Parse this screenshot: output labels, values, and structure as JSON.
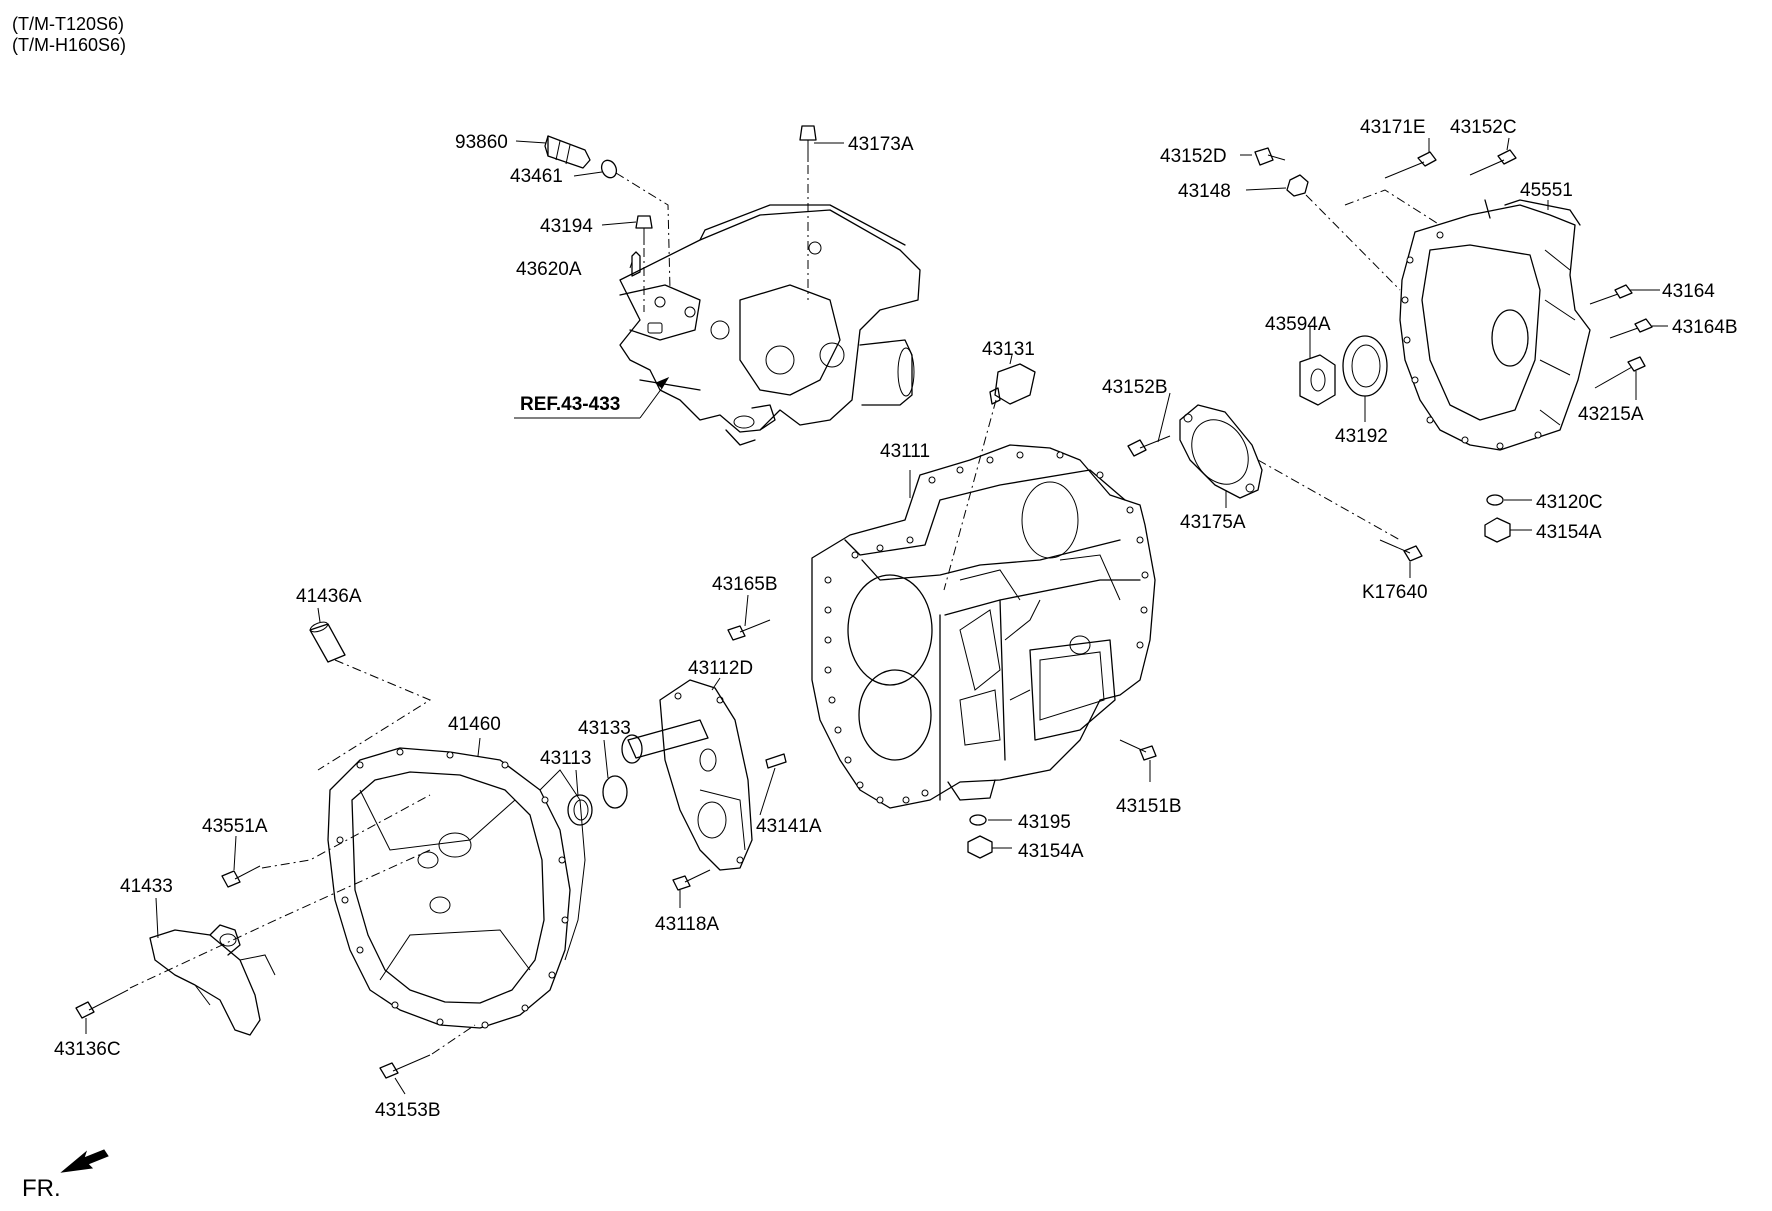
{
  "header": {
    "line1": "(T/M-T120S6)",
    "line2": "(T/M-H160S6)"
  },
  "reference": "REF.43-433",
  "front_marker": "FR.",
  "part_labels": {
    "p93860": "93860",
    "p43461": "43461",
    "p43173A": "43173A",
    "p43194": "43194",
    "p43620A": "43620A",
    "p43131": "43131",
    "p43152D": "43152D",
    "p43148": "43148",
    "p43171E": "43171E",
    "p43152C": "43152C",
    "p45551": "45551",
    "p43164": "43164",
    "p43164B": "43164B",
    "p43594A": "43594A",
    "p43192": "43192",
    "p43215A": "43215A",
    "p43152B": "43152B",
    "p43111": "43111",
    "p43175A": "43175A",
    "p43120C": "43120C",
    "p43154A_r": "43154A",
    "p43165B": "43165B",
    "pK17640": "K17640",
    "p41436A": "41436A",
    "p43112D": "43112D",
    "p43133": "43133",
    "p41460": "41460",
    "p43113": "43113",
    "p43141A": "43141A",
    "p43551A": "43551A",
    "p43195": "43195",
    "p43151B": "43151B",
    "p43154A_m": "43154A",
    "p41433": "41433",
    "p43118A": "43118A",
    "p43136C": "43136C",
    "p43153B": "43153B"
  }
}
